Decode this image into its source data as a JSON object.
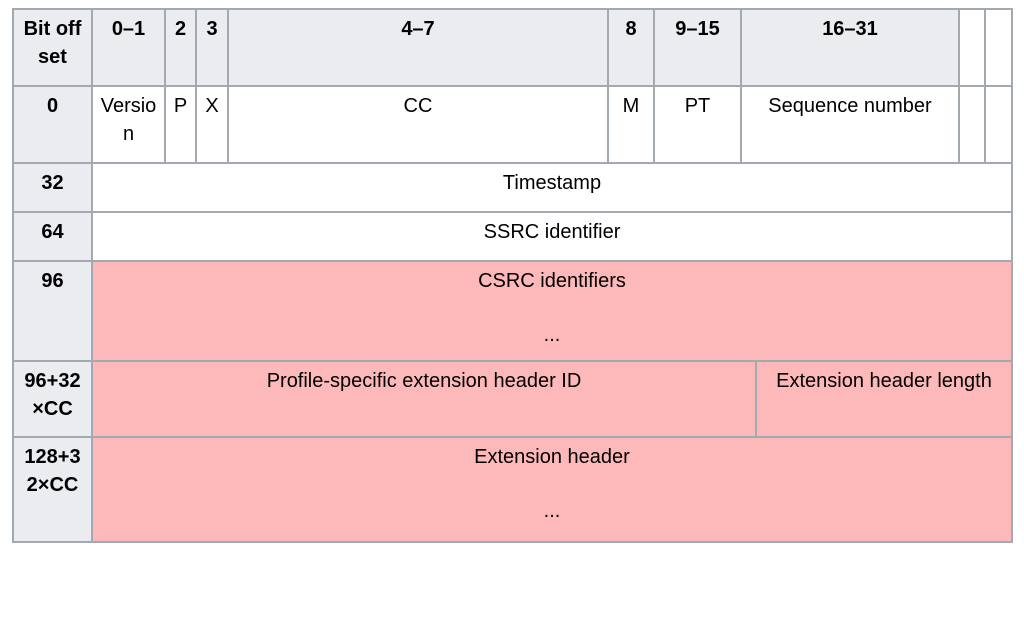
{
  "table": {
    "colors": {
      "header_bg": "#eaecf0",
      "border": "#a2a9b1",
      "optional_fields_bg": "#fdb8b9",
      "cell_bg": "#ffffff"
    },
    "header": {
      "offset_label": "Bit offset",
      "bit_ranges": [
        "0–1",
        "2",
        "3",
        "4–7",
        "8",
        "9–15",
        "16–31",
        "",
        ""
      ]
    },
    "rows": {
      "row_0": {
        "offset": "0",
        "fields": [
          "Version",
          "P",
          "X",
          "CC",
          "M",
          "PT",
          "Sequence number",
          "",
          ""
        ]
      },
      "row_32": {
        "offset": "32",
        "field": "Timestamp"
      },
      "row_64": {
        "offset": "64",
        "field": "SSRC identifier"
      },
      "row_96": {
        "offset": "96",
        "field": "CSRC identifiers",
        "continuation": "..."
      },
      "row_ext_header": {
        "offset": "96+32×CC",
        "field_a": "Profile-specific extension header ID",
        "field_b": "Extension header length"
      },
      "row_ext_body": {
        "offset": "128+32×CC",
        "field": "Extension header",
        "continuation": "..."
      }
    }
  }
}
